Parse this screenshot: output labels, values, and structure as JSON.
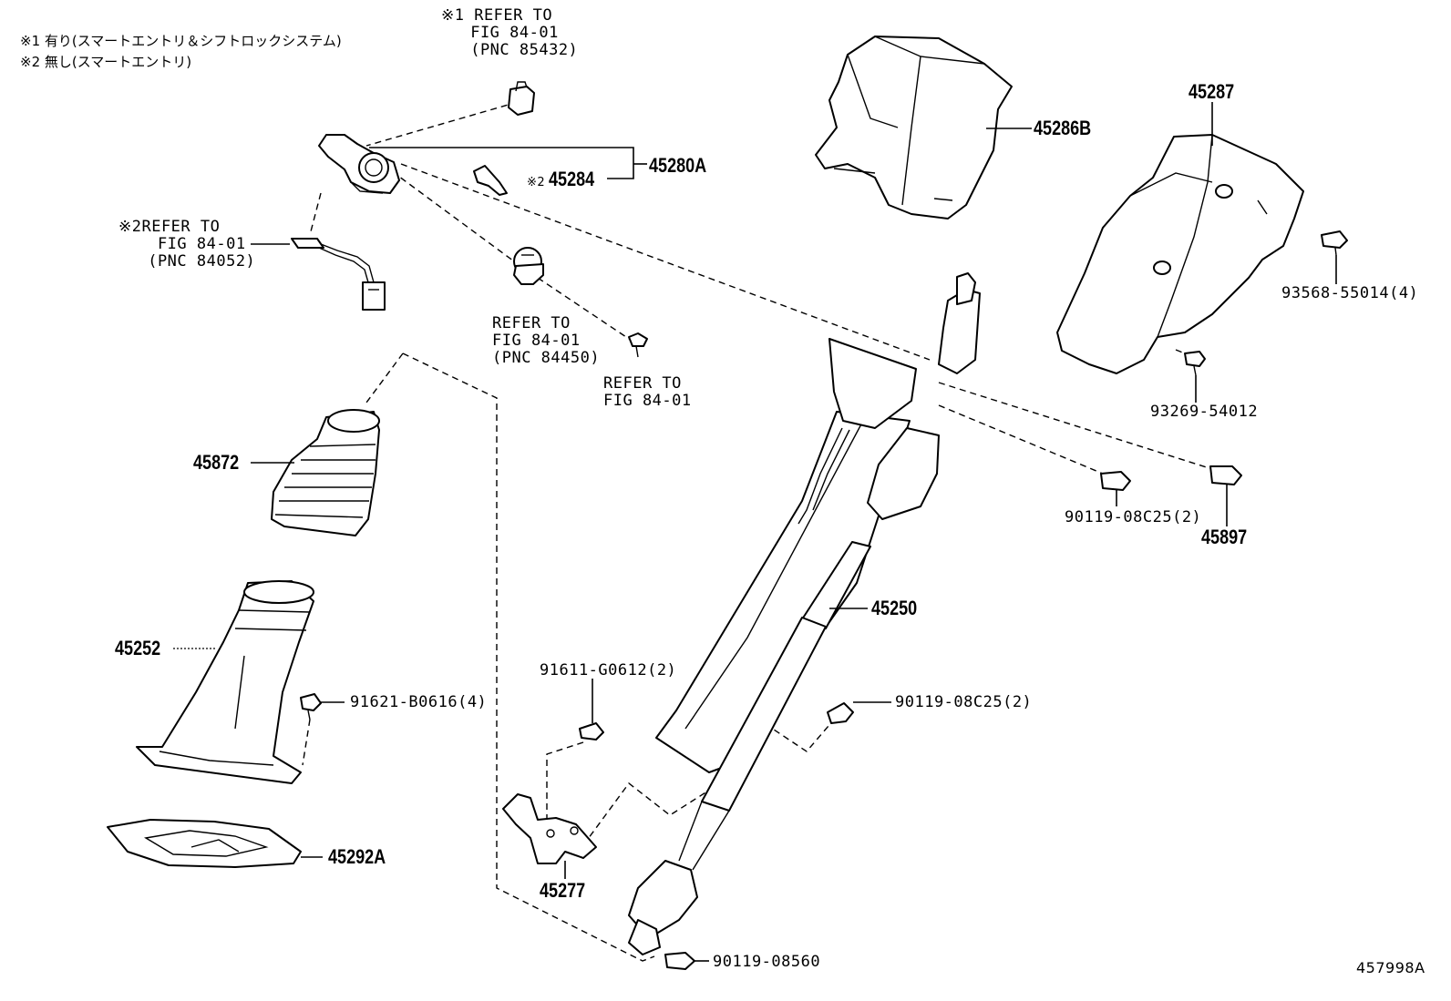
{
  "notes": {
    "note1": "※1 有り(スマートエントリ＆シフトロックシステム)",
    "note2": "※2 無し(スマートエントリ)"
  },
  "refs": {
    "ref1": "※1 REFER TO\n   FIG 84-01\n   (PNC 85432)",
    "ref2": "※2REFER TO\n    FIG 84-01\n   (PNC 84052)",
    "ref3": "REFER TO\nFIG 84-01\n(PNC 84450)",
    "ref4": "REFER TO\nFIG 84-01"
  },
  "parts": {
    "p45280A": "45280A",
    "p45284_mark": "※2",
    "p45284": "45284",
    "p45286B": "45286B",
    "p45287": "45287",
    "p93568": "93568-55014(4)",
    "p93269": "93269-54012",
    "p45872": "45872",
    "p90119a": "90119-08C25(2)",
    "p45897": "45897",
    "p45250": "45250",
    "p45252": "45252",
    "p91621": "91621-B0616(4)",
    "p91611": "91611-G0612(2)",
    "p90119b": "90119-08C25(2)",
    "p45292A": "45292A",
    "p45277": "45277",
    "p90119c": "90119-08560"
  },
  "figure_id": "457998A"
}
